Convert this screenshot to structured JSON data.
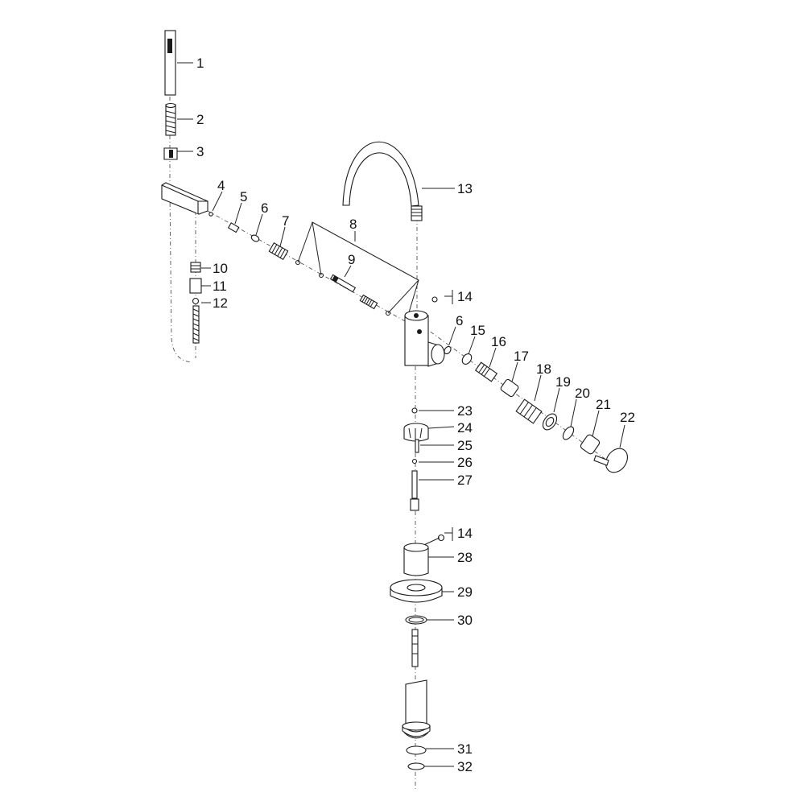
{
  "callouts": [
    {
      "id": "1",
      "label": "1"
    },
    {
      "id": "2",
      "label": "2"
    },
    {
      "id": "3",
      "label": "3"
    },
    {
      "id": "4",
      "label": "4"
    },
    {
      "id": "5",
      "label": "5"
    },
    {
      "id": "6a",
      "label": "6"
    },
    {
      "id": "7",
      "label": "7"
    },
    {
      "id": "8",
      "label": "8"
    },
    {
      "id": "9",
      "label": "9"
    },
    {
      "id": "10",
      "label": "10"
    },
    {
      "id": "11",
      "label": "11"
    },
    {
      "id": "12",
      "label": "12"
    },
    {
      "id": "13",
      "label": "13"
    },
    {
      "id": "14a",
      "label": "14"
    },
    {
      "id": "6b",
      "label": "6"
    },
    {
      "id": "15",
      "label": "15"
    },
    {
      "id": "16",
      "label": "16"
    },
    {
      "id": "17",
      "label": "17"
    },
    {
      "id": "18",
      "label": "18"
    },
    {
      "id": "19",
      "label": "19"
    },
    {
      "id": "20",
      "label": "20"
    },
    {
      "id": "21",
      "label": "21"
    },
    {
      "id": "22",
      "label": "22"
    },
    {
      "id": "23",
      "label": "23"
    },
    {
      "id": "24",
      "label": "24"
    },
    {
      "id": "25",
      "label": "25"
    },
    {
      "id": "26",
      "label": "26"
    },
    {
      "id": "27",
      "label": "27"
    },
    {
      "id": "14b",
      "label": "14"
    },
    {
      "id": "28",
      "label": "28"
    },
    {
      "id": "29",
      "label": "29"
    },
    {
      "id": "30",
      "label": "30"
    },
    {
      "id": "31",
      "label": "31"
    },
    {
      "id": "32",
      "label": "32"
    }
  ]
}
